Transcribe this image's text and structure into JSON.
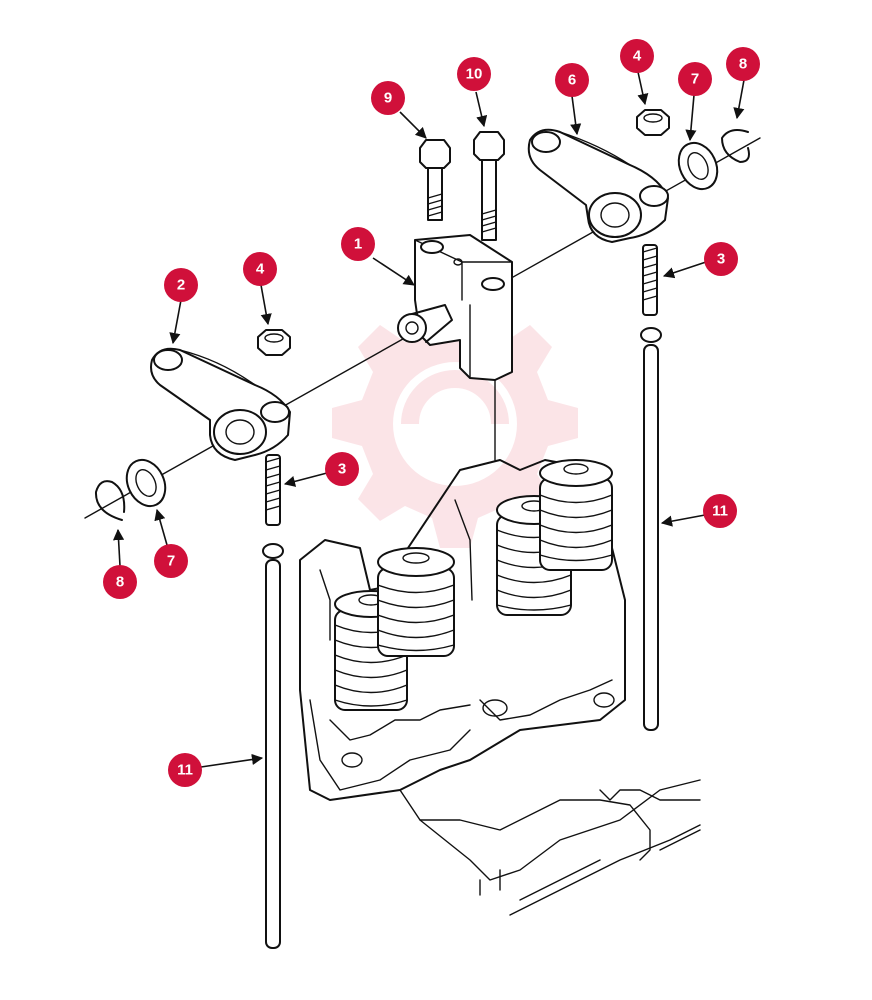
{
  "diagram": {
    "callouts": [
      {
        "id": "c1",
        "label": "1"
      },
      {
        "id": "c2",
        "label": "2"
      },
      {
        "id": "c3a",
        "label": "3"
      },
      {
        "id": "c3b",
        "label": "3"
      },
      {
        "id": "c4a",
        "label": "4"
      },
      {
        "id": "c4b",
        "label": "4"
      },
      {
        "id": "c6",
        "label": "6"
      },
      {
        "id": "c7a",
        "label": "7"
      },
      {
        "id": "c7b",
        "label": "7"
      },
      {
        "id": "c8a",
        "label": "8"
      },
      {
        "id": "c8b",
        "label": "8"
      },
      {
        "id": "c9",
        "label": "9"
      },
      {
        "id": "c10",
        "label": "10"
      },
      {
        "id": "c11a",
        "label": "11"
      },
      {
        "id": "c11b",
        "label": "11"
      }
    ],
    "colors": {
      "callout": "#d0103a",
      "line": "#111111",
      "watermark": "#f4b8c0"
    }
  }
}
